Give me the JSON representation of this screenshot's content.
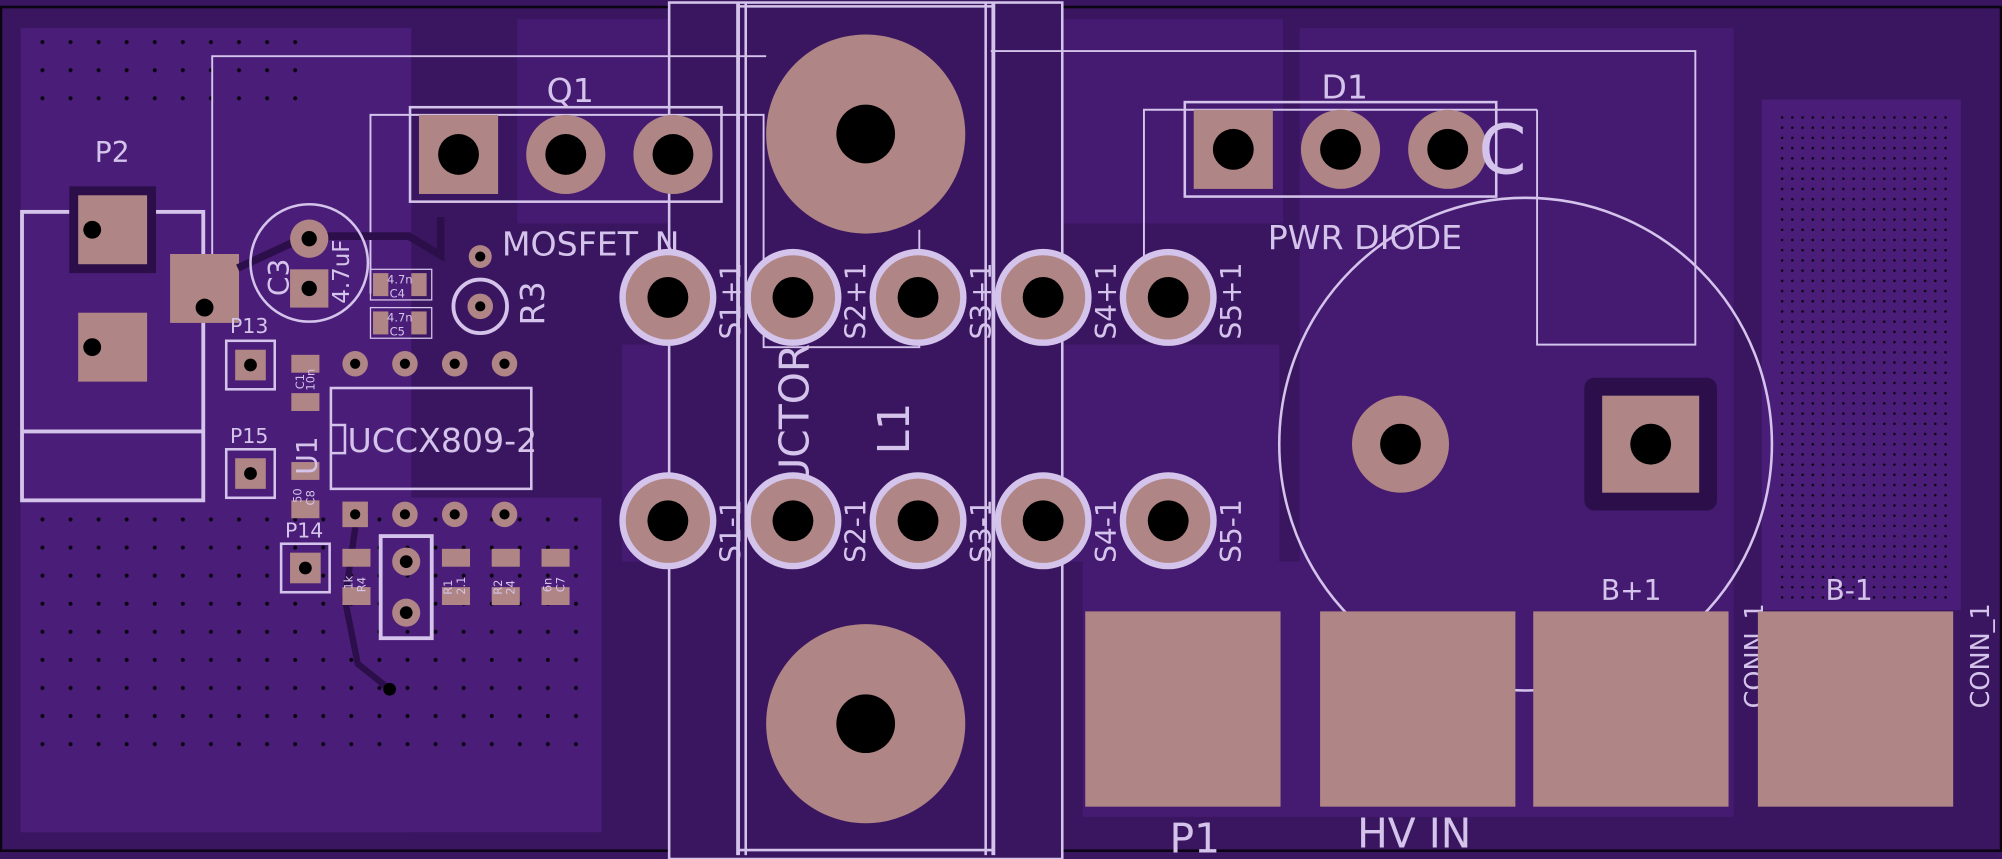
{
  "colors": {
    "board": "#3a1660",
    "pour": "#4a1e78",
    "silk": "#d4c3ea",
    "copper": "#b08585",
    "drill": "#000000",
    "via_ring": "#7d5a8c"
  },
  "labels": {
    "p2": "P2",
    "c3": "C3",
    "c3_value": "4.7uF",
    "p13": "P13",
    "p15": "P15",
    "p14": "P14",
    "q1": "Q1",
    "mosfet": "MOSFET_N",
    "r3": "R3",
    "u1": "U1",
    "ic_value": "UCCX809-2",
    "c4": "C4",
    "c4_value": "4.7n",
    "c5": "C5",
    "c5_value": "4.7n",
    "c1": "C1",
    "c1_value": "10n",
    "c8": "C8",
    "c8_value": "50",
    "r4": "R4",
    "r4_value": "1k",
    "r1": "R1",
    "r1_value": "2.1",
    "r2": "R2",
    "r2_value": "24",
    "c7": "C7",
    "c7_value": "6n",
    "inductor": "UCTOR",
    "l1": "L1",
    "s_top": [
      "S1+1",
      "S2+1",
      "S3+1",
      "S4+1",
      "S5+1"
    ],
    "s_bot": [
      "S1-1",
      "S2-1",
      "S3-1",
      "S4-1",
      "S5-1"
    ],
    "d1": "D1",
    "pwr_diode": "PWR DIODE",
    "cathode": "C",
    "b_plus": "B+1",
    "b_minus": "B-1",
    "conn1": "CONN_1",
    "conn2": "CONN_1",
    "p1": "P1",
    "hv_in": "HV IN"
  }
}
